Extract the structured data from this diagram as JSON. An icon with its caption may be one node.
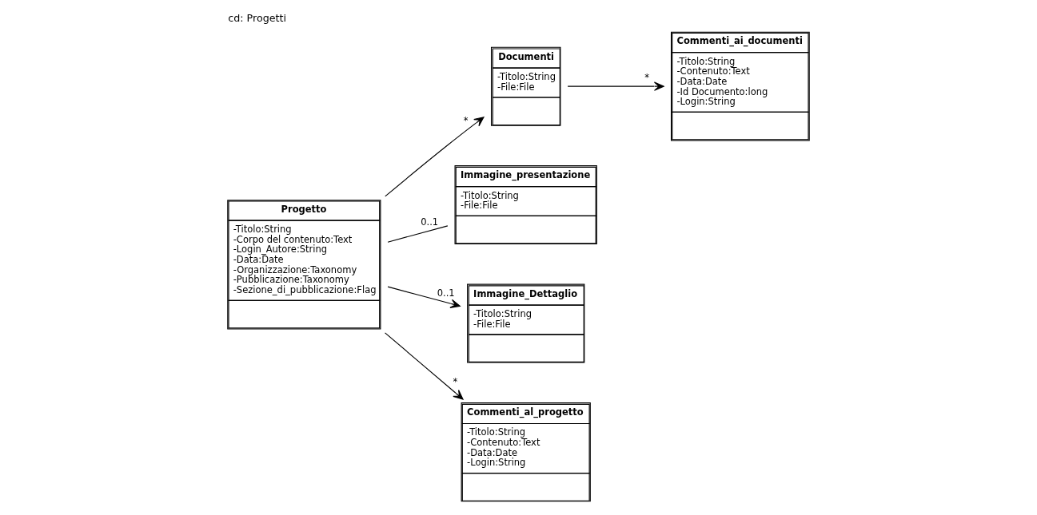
{
  "diagram": {
    "title": "cd: Progetti",
    "nodes": [
      {
        "text": [
          "Progetto",
          "-Titolo:String",
          "-Corpo del contenuto:Text",
          "-Login_Autore:String",
          "-Data:Date",
          "-Organizzazione:Taxonomy",
          "-Pubblicazione:Taxonomy",
          "-Sezione_di_pubblicazione:Flag"
        ]
      },
      {
        "text": [
          "Documenti",
          "-Titolo:String",
          "-File:File"
        ]
      },
      {
        "text": [
          "Commenti_ai_documenti",
          "-Titolo:String",
          "-Contenuto:Text",
          "-Data:Date",
          "-Id Documento:long",
          "-Login:String"
        ]
      },
      {
        "text": [
          "Immagine_presentazione",
          "-Titolo:String",
          "-File:File"
        ]
      },
      {
        "text": [
          "Immagine_Dettaglio",
          "-Titolo:String",
          "-File:File"
        ]
      },
      {
        "text": [
          "Commenti_al_progetto",
          "-Titolo:String",
          "-Contenuto:Text",
          "-Data:Date",
          "-Login:String"
        ]
      }
    ],
    "edges": [
      {
        "from": 0,
        "to": 1,
        "arrow": "to",
        "label": "*"
      },
      {
        "from": 1,
        "to": 2,
        "arrow": "to",
        "label": "*"
      },
      {
        "from": 0,
        "to": 3,
        "arrow": "none",
        "label": "0..1"
      },
      {
        "from": 0,
        "to": 4,
        "arrow": "to",
        "label": "0..1"
      },
      {
        "from": 0,
        "to": 5,
        "arrow": "to",
        "label": "*"
      }
    ]
  }
}
